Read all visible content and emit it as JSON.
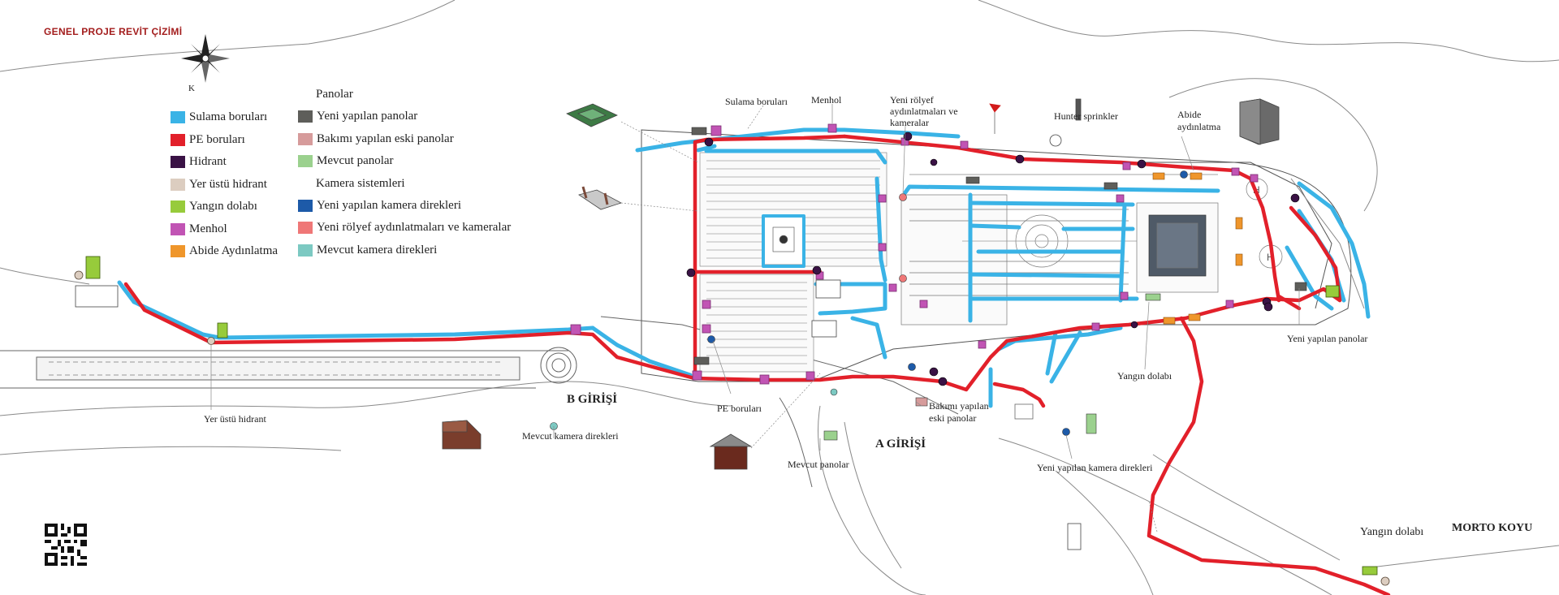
{
  "title": "GENEL PROJE REVİT ÇİZİMİ",
  "compass_label": "K",
  "legend": {
    "left": [
      {
        "label": "Sulama boruları",
        "color": "#3ab3e6"
      },
      {
        "label": "PE boruları",
        "color": "#e2202a"
      },
      {
        "label": "Hidrant",
        "color": "#3a1245"
      },
      {
        "label": "Yer üstü hidrant",
        "color": "#dccdc0"
      },
      {
        "label": "Yangın dolabı",
        "color": "#97cb3b"
      },
      {
        "label": "Menhol",
        "color": "#c154b4"
      },
      {
        "label": "Abide Aydınlatma",
        "color": "#ef962b"
      }
    ],
    "right_heading_1": "Panolar",
    "right_group_1": [
      {
        "label": "Yeni yapılan panolar",
        "color": "#5e5e5a"
      },
      {
        "label": "Bakımı yapılan eski panolar",
        "color": "#d69b9b"
      },
      {
        "label": "Mevcut panolar",
        "color": "#9bd18e"
      }
    ],
    "right_heading_2": "Kamera sistemleri",
    "right_group_2": [
      {
        "label": "Yeni yapılan kamera direkleri",
        "color": "#1d5aa8"
      },
      {
        "label": "Yeni rölyef aydınlatmaları ve kameralar",
        "color": "#ef7777"
      },
      {
        "label": "Mevcut kamera direkleri",
        "color": "#7cc9c2"
      }
    ]
  },
  "labels": {
    "sulama": "Sulama boruları",
    "menhol": "Menhol",
    "rolyef": "Yeni rölyef aydınlatmaları ve kameralar",
    "hunter": "Hunter sprinkler",
    "abide": "Abide aydınlatma",
    "yeni_panolar": "Yeni yapılan panolar",
    "yangin_1": "Yangın dolabı",
    "yangin_2": "Yangın dolabı",
    "pe": "PE boruları",
    "mevcut_panolar": "Mevcut panolar",
    "bakim": "Bakımı yapılan eski panolar",
    "yeni_kamera": "Yeni yapılan kamera direkleri",
    "mevcut_kamera": "Mevcut kamera direkleri",
    "yer_ustu": "Yer üstü hidrant",
    "b_girisi": "B GİRİŞİ",
    "a_girisi": "A GİRİŞİ",
    "morto": "MORTO KOYU"
  }
}
